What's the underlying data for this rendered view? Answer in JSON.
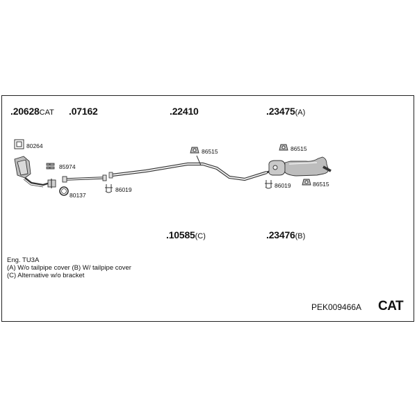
{
  "diagram": {
    "parts": {
      "p20628": {
        "number": ".20628",
        "suffix": "CAT"
      },
      "p07162": {
        "number": ".07162",
        "suffix": ""
      },
      "p22410": {
        "number": ".22410",
        "suffix": ""
      },
      "p23475": {
        "number": ".23475",
        "suffix": "(A)"
      },
      "p10585": {
        "number": ".10585",
        "suffix": "(C)"
      },
      "p23476": {
        "number": ".23476",
        "suffix": "(B)"
      }
    },
    "small_parts": {
      "s80264": "80264",
      "s85974": "85974",
      "s80137": "80137",
      "s86019a": "86019",
      "s86515a": "86515",
      "s86515b": "86515",
      "s86019b": "86019",
      "s86515c": "86515"
    },
    "notes": {
      "engine": "Eng. TU3A",
      "line_a_b": "(A) W/o tailpipe cover (B) W/ tailpipe cover",
      "line_c": "(C) Alternative w/o bracket"
    },
    "kit_code": "PEK009466A",
    "category": "CAT"
  }
}
